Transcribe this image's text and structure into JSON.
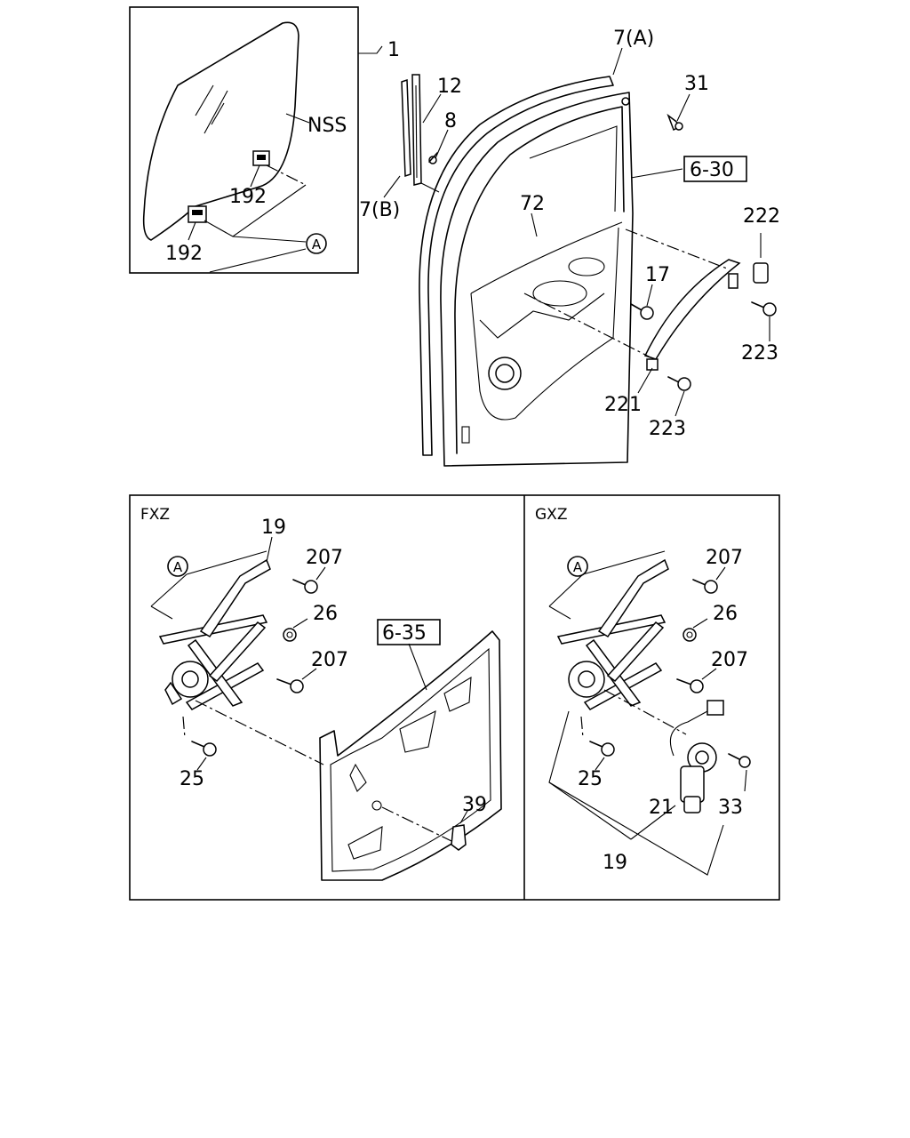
{
  "frames": {
    "top_inset": {
      "callout_ref": "A"
    },
    "fxz": {
      "title": "FXZ"
    },
    "gxz": {
      "title": "GXZ"
    }
  },
  "callouts": {
    "p1": "1",
    "pNSS": "NSS",
    "p192a": "192",
    "p192b": "192",
    "pA_top": "A",
    "p12": "12",
    "p8": "8",
    "p7B": "7(B)",
    "p7A": "7(A)",
    "p31": "31",
    "p6_30": "6-30",
    "p72": "72",
    "p222": "222",
    "p17": "17",
    "p223a": "223",
    "p221": "221",
    "p223b": "223",
    "fxz_19": "19",
    "fxz_A": "A",
    "fxz_207a": "207",
    "fxz_26": "26",
    "fxz_207b": "207",
    "fxz_6_35": "6-35",
    "fxz_25": "25",
    "fxz_39": "39",
    "gxz_A": "A",
    "gxz_207a": "207",
    "gxz_26": "26",
    "gxz_207b": "207",
    "gxz_25": "25",
    "gxz_21": "21",
    "gxz_33": "33",
    "gxz_19": "19"
  }
}
